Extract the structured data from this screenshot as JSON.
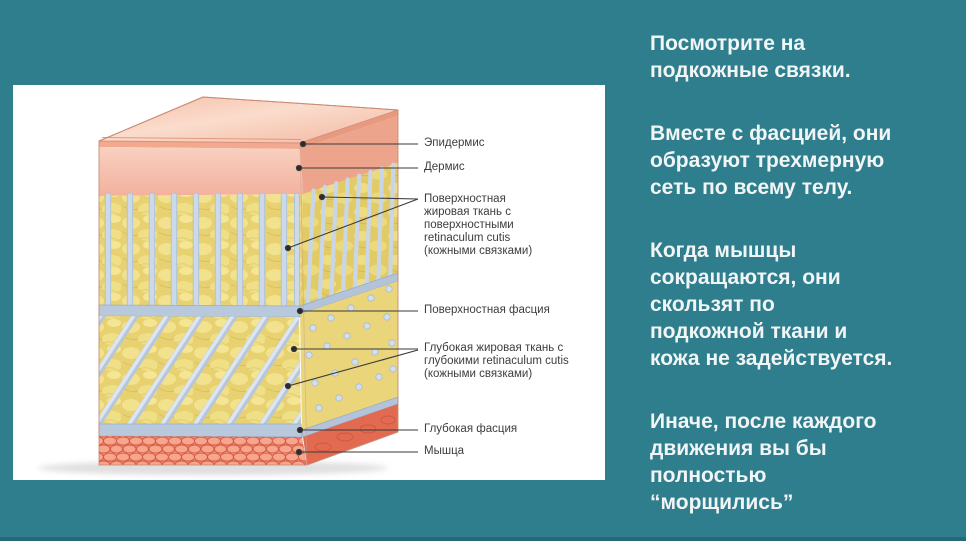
{
  "colors": {
    "background": "#2f7e8d",
    "bottom_edge": "#25697a",
    "panel_background": "#ffffff",
    "body_text": "#f1f5f5",
    "figure_label_text": "#3d3d3d",
    "leader_line": "#3a3a3a",
    "epidermis_pink": "#f2a98f",
    "dermis_pink": "#f5c1b0",
    "fat_yellow": "#e8d170",
    "septa_blue": "#ccd9e8",
    "fascia_blue": "#b9c9dd",
    "muscle_red": "#ee8168"
  },
  "figure": {
    "labels": {
      "epidermis": "Эпидермис",
      "dermis": "Дермис",
      "superficial_fat": [
        "Поверхностная",
        "жировая ткань с",
        "поверхностными",
        "retinaculum cutis",
        "(кожными связками)"
      ],
      "superficial_fascia": "Поверхностная фасция",
      "deep_fat": [
        "Глубокая жировая ткань с",
        "глубокими retinaculum cutis",
        "(кожными связками)"
      ],
      "deep_fascia": "Глубокая фасция",
      "muscle": "Мышца"
    }
  },
  "text": {
    "paragraphs": [
      {
        "lines": [
          "Посмотрите на",
          "подкожные связки."
        ]
      },
      {
        "lines": [
          "Вместе с фасцией, они",
          "образуют трехмерную",
          "сеть по всему телу."
        ]
      },
      {
        "lines": [
          "Когда мышцы",
          "сокращаются, они",
          "скользят по",
          "подкожной ткани и",
          "кожа не задействуется."
        ]
      },
      {
        "lines": [
          "Иначе, после каждого",
          "движения вы бы",
          "полностью",
          "“морщились”"
        ]
      }
    ]
  }
}
